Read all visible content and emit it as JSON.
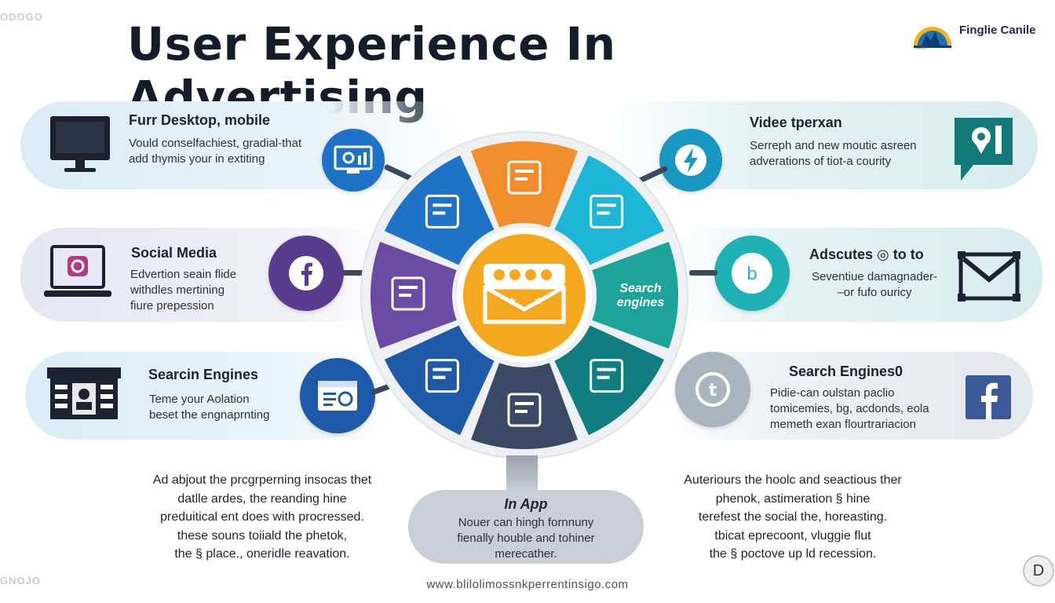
{
  "title": "User Experience In Advertising",
  "watermark_top": "ODOGO",
  "watermark_bottom": "GNOJO",
  "brand": {
    "name": "Finglie Canile",
    "sub": "Canile"
  },
  "colors": {
    "blue": "#1f73c6",
    "orange": "#ef8e2a",
    "cyan": "#1fb5d6",
    "teal": "#1ea39a",
    "dark_teal": "#127d80",
    "navy": "#3b4a64",
    "indigo": "#1e5aa8",
    "purple": "#6b4aa6",
    "center": "#f3a81f",
    "facebook": "#3b5998"
  },
  "left_cards": [
    {
      "title": "Furr Desktop, mobile",
      "body": "Vould conselfachiest, gradial-that\nadd thymis your in extiting",
      "icon": "desktop-monitor-icon",
      "badge_icon": "dashboard-icon"
    },
    {
      "title": "Social Media",
      "body": "Edvertion seain flide\nwithdles mertining\nfiure prepession",
      "icon": "laptop-instagram-icon",
      "badge_icon": "facebook-icon"
    },
    {
      "title": "Searcin Engines",
      "body": "Teme your Aolation\nbeset the engnaprnting",
      "icon": "storefront-icon",
      "badge_icon": "browser-window-icon"
    }
  ],
  "right_cards": [
    {
      "title": "Videe tperxan",
      "body": "Serreph and new moutic asreen\nadverations of tiot-a courity",
      "icon": "chat-location-icon",
      "badge_icon": "lightning-icon"
    },
    {
      "title": "Adscutes ◎ to to",
      "body": "Seventiue damagnader-\n–or fufo ouricy",
      "icon": "gmail-icon",
      "badge_icon": "bing-icon"
    },
    {
      "title": "Search Engines0",
      "body": "Pidie-can oulstan paclio\ntomicemies, bg, acdonds, eola\nmemeth exan flourtrariacion",
      "icon": "facebook-square-icon",
      "badge_icon": "tumblr-icon"
    }
  ],
  "wheel": {
    "center_icon": "email-ad-icon",
    "segments": [
      {
        "label": "",
        "icon": "mobile-ad-icon",
        "color": "#ef8e2a"
      },
      {
        "label": "",
        "icon": "chart-cursor-icon",
        "color": "#1fb5d6"
      },
      {
        "label": "Search\nengines",
        "icon": "",
        "color": "#1ea39a"
      },
      {
        "label": "",
        "icon": "tablet-analytics-icon",
        "color": "#127d80"
      },
      {
        "label": "",
        "icon": "smartphone-icon",
        "color": "#3b4a64"
      },
      {
        "label": "",
        "icon": "monitor-icon",
        "color": "#1e5aa8"
      },
      {
        "label": "",
        "icon": "megaphone-icon",
        "color": "#6b4aa6"
      },
      {
        "label": "",
        "icon": "calendar-grid-icon",
        "color": "#1f73c6"
      }
    ]
  },
  "caption_left": "Ad abjout the prcgrperning insocas thet\ndatlle ardes, the reanding hine\npreduitical ent does with procressed.\nthese souns toiiald the phetok,\nthe § place., oneridle reavation.",
  "caption_right": "Auteriours the hoolc and seactious ther\nphenok, astimeration § hine\nterefest the social the, horeasting.\ntbicat eprecoont, vluggie flut\nthe § poctove up ld recession.",
  "in_app": {
    "title": "In App",
    "body": "Nouer can hingh fornnuny\nfienally houble and tohiner\nmerecather."
  },
  "url": "www.blilolimossnkperrentinsigo.com",
  "badge_letter": "D"
}
